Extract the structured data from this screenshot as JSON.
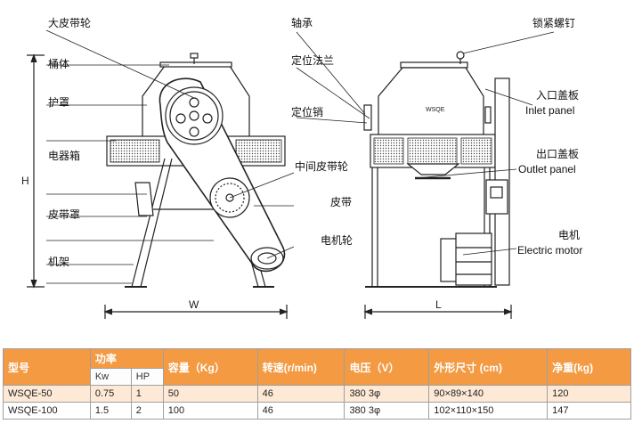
{
  "labels": {
    "big_pulley": "大皮带轮",
    "barrel": "桶体",
    "guard": "护罩",
    "electric_box": "电器箱",
    "belt_cover": "皮带罩",
    "frame": "机架",
    "bearing": "轴承",
    "locating_flange": "定位法兰",
    "locating_pin": "定位销",
    "middle_pulley": "中间皮带轮",
    "belt": "皮带",
    "motor_pulley": "电机轮",
    "lock_screw": "锁紧螺钉",
    "inlet_panel_cn": "入口盖板",
    "inlet_panel_en": "Inlet panel",
    "outlet_panel_cn": "出口盖板",
    "outlet_panel_en": "Outlet panel",
    "motor_cn": "电机",
    "motor_en": "Electric motor"
  },
  "dimensions": {
    "h": "H",
    "w": "W",
    "l": "L"
  },
  "table": {
    "headers": {
      "model": "型号",
      "power": "功率",
      "kw": "Kw",
      "hp": "HP",
      "capacity": "容量（Kg）",
      "speed": "转速(r/min)",
      "voltage": "电压（V）",
      "size": "外形尺寸 (cm)",
      "weight": "净重(kg)"
    },
    "rows": [
      {
        "model": "WSQE-50",
        "kw": "0.75",
        "hp": "1",
        "capacity": "50",
        "speed": "46",
        "voltage": "380 3φ",
        "size": "90×89×140",
        "weight": "120"
      },
      {
        "model": "WSQE-100",
        "kw": "1.5",
        "hp": "2",
        "capacity": "100",
        "speed": "46",
        "voltage": "380 3φ",
        "size": "102×110×150",
        "weight": "147"
      }
    ]
  }
}
